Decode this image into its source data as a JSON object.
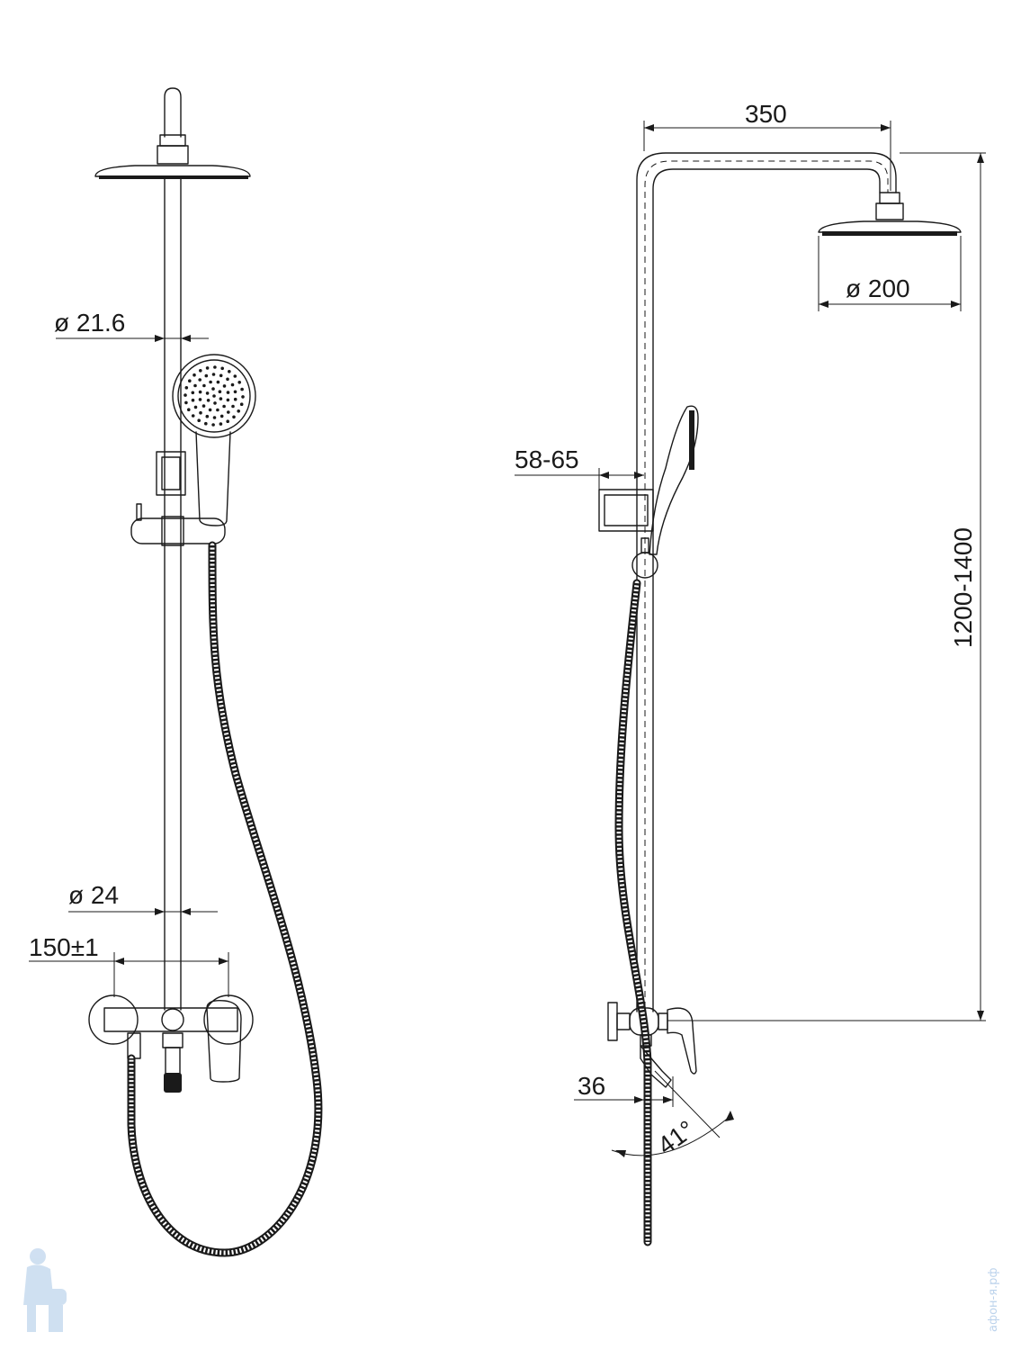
{
  "dimensions": {
    "front_top_pipe_diameter": "ø 21.6",
    "front_bottom_pipe_diameter": "ø 24",
    "front_inlet_spacing": "150±1",
    "side_arm_reach": "350",
    "side_head_diameter": "ø 200",
    "side_holder_offset": "58-65",
    "side_total_height": "1200-1400",
    "side_spout_offset": "36",
    "side_spout_angle": "41°"
  },
  "watermark": {
    "text": "афон-я.рф",
    "color": "#bcd3ec",
    "icon": "plumber-mascot-icon"
  }
}
